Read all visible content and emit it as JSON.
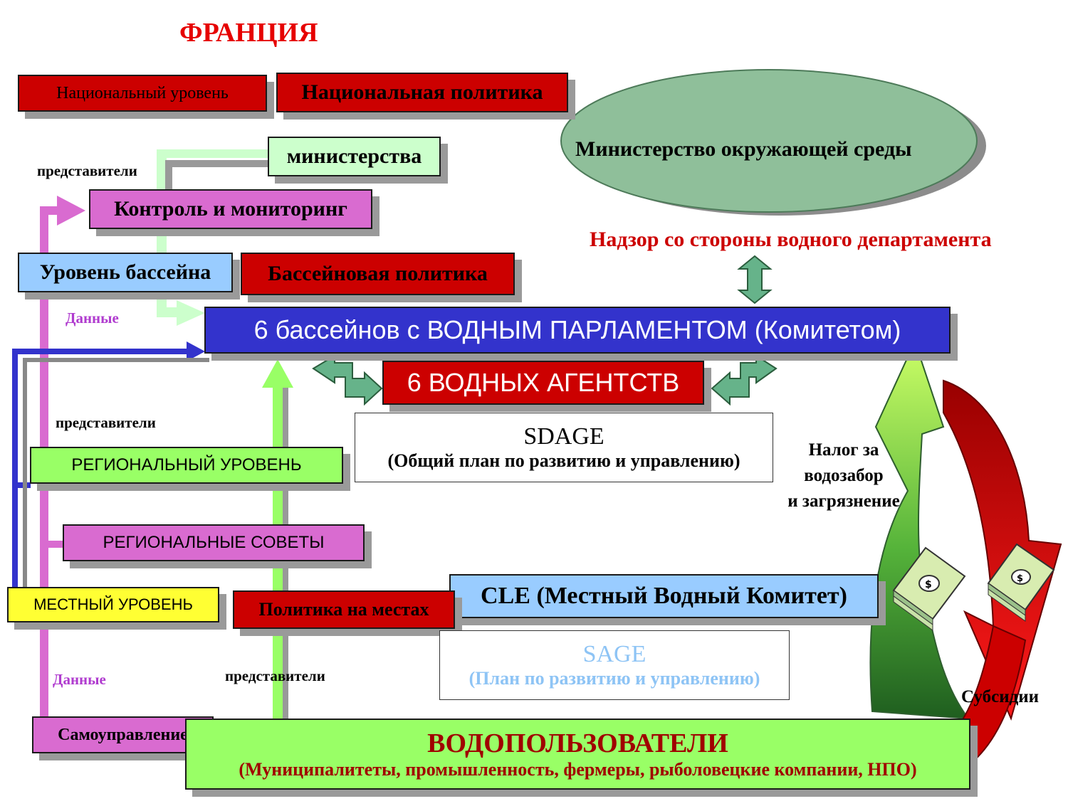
{
  "title": "ФРАНЦИЯ",
  "national_level": "Национальный уровень",
  "national_policy": "Национальная политика",
  "ministry_env": "Министерство окружающей среды",
  "ministries": "министерства",
  "representatives_1": "представители",
  "control_monitoring": "Контроль и мониторинг",
  "supervision": "Надзор со стороны водного департамента",
  "basin_level": "Уровень бассейна",
  "basin_policy": "Бассейновая политика",
  "data_1": "Данные",
  "water_parliament": "6 бассейнов с ВОДНЫМ ПАРЛАМЕНТОМ (Комитетом)",
  "water_agencies": "6 ВОДНЫХ АГЕНТСТВ",
  "representatives_2": "представители",
  "sdage_title": "SDAGE",
  "sdage_subtitle": "(Общий план по развитию и управлению)",
  "tax_line1": "Налог за",
  "tax_line2": "водозабор",
  "tax_line3": "и загрязнение",
  "regional_level": "РЕГИОНАЛЬНЫЙ УРОВЕНЬ",
  "regional_councils": "РЕГИОНАЛЬНЫЕ СОВЕТЫ",
  "cle": "CLE (Местный Водный Комитет)",
  "local_level": "МЕСТНЫЙ УРОВЕНЬ",
  "local_policy": "Политика на местах",
  "sage_title": "SAGE",
  "sage_subtitle": "(План по развитию и управлению)",
  "data_2": "Данные",
  "representatives_3": "представители",
  "subsidies": "Субсидии",
  "self_government": "Самоуправление",
  "water_users": "ВОДОПОЛЬЗОВАТЕЛИ",
  "water_users_sub": "(Муниципалитеты, промышленность, фермеры, рыболовецкие компании, НПО)",
  "colors": {
    "red": "#cc0000",
    "pink": "#d96bd0",
    "mint": "#ccffcc",
    "sky": "#99ccff",
    "lime": "#99ff66",
    "yellow": "#ffff33",
    "navy": "#3333cc",
    "ellipse": "#8fbf9a",
    "dark_red": "#b00000",
    "dark_green": "#2e7d2e"
  },
  "icons": [
    "money-stack-icon",
    "curved-arrow-icon",
    "double-arrow-icon"
  ]
}
